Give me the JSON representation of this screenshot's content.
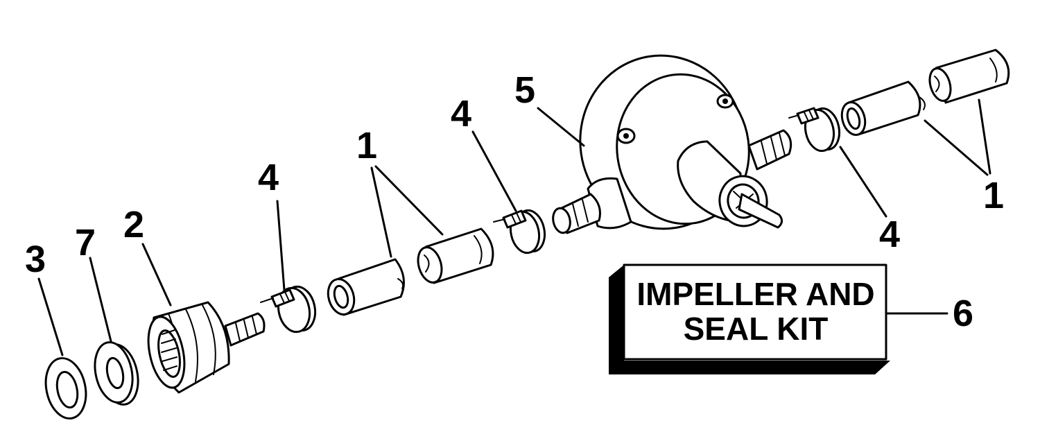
{
  "callouts": {
    "c3": "3",
    "c7": "7",
    "c2": "2",
    "c4a": "4",
    "c1a": "1",
    "c4b": "4",
    "c5": "5",
    "c4c": "4",
    "c1b": "1",
    "c6": "6"
  },
  "kit_label": {
    "line1": "IMPELLER AND",
    "line2": "SEAL KIT"
  }
}
